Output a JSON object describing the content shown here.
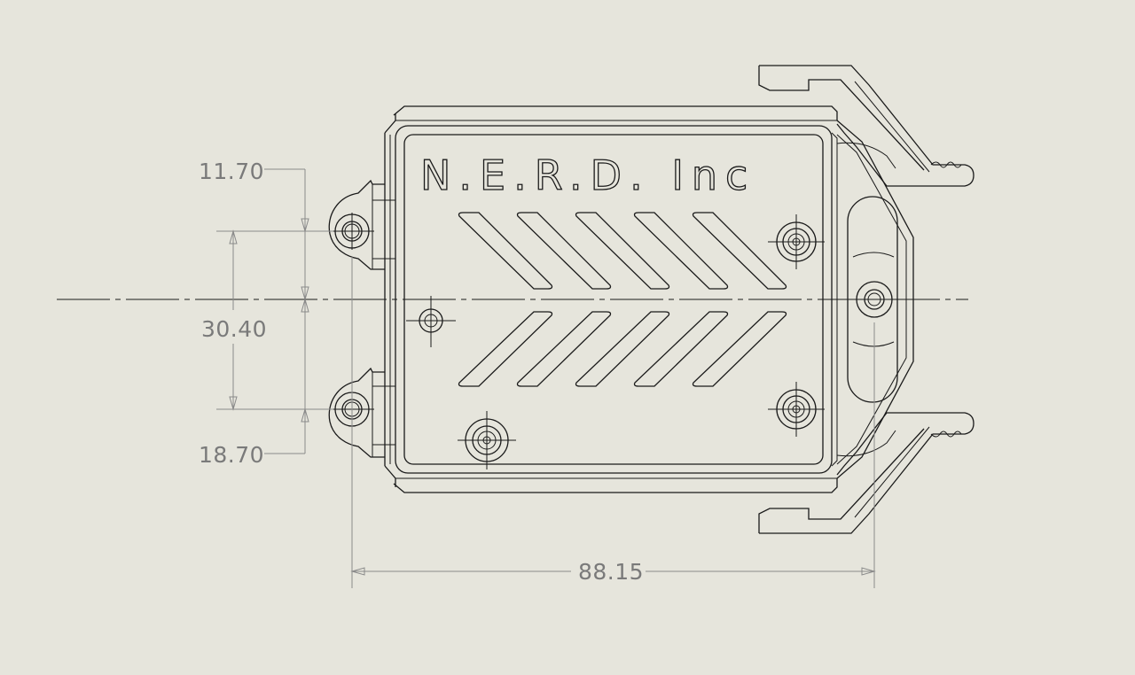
{
  "dimensions": {
    "top_offset": "11.70",
    "hole_spacing": "30.40",
    "bottom_offset": "18.70",
    "overall_length": "88.15"
  },
  "logo_text": "N.E.R.D.  Inc"
}
